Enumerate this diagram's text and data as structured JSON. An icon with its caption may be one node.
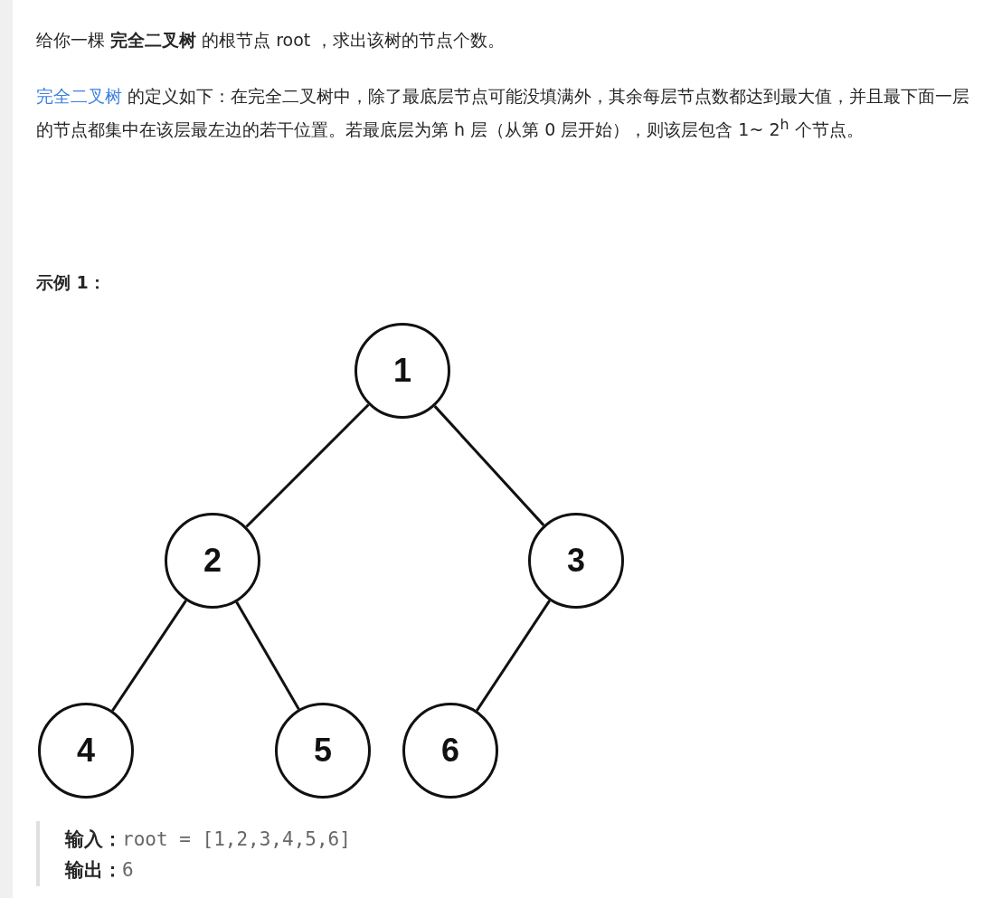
{
  "diagram": {
    "nodes": [
      {
        "text": [
          "1"
        ]
      },
      {
        "text": [
          "2"
        ]
      },
      {
        "text": [
          "3"
        ]
      },
      {
        "text": [
          "4"
        ]
      },
      {
        "text": [
          "5"
        ]
      },
      {
        "text": [
          "6"
        ]
      }
    ],
    "edges": [
      {
        "from": 0,
        "to": 1,
        "arrow": "none"
      },
      {
        "from": 0,
        "to": 2,
        "arrow": "none"
      },
      {
        "from": 1,
        "to": 3,
        "arrow": "none"
      },
      {
        "from": 1,
        "to": 4,
        "arrow": "none"
      },
      {
        "from": 2,
        "to": 5,
        "arrow": "none"
      }
    ],
    "labels": [
      "给你一棵 **完全二叉树** 的根节点 root ，求出该树的节点个数。",
      "完全二叉树",
      "的定义如下：在完全二叉树中，除了最底层节点可能没填满外，其余每层节点数都达到最大值，并且最下面一层的节点都集中在该层最左边的若干位置。若最底层为第 h 层（从第 0 层开始），则该层包含 1~ 2$^{h}$ 个节点。",
      "示例 1：",
      "**输入：**root = [1,2,3,4,5,6]",
      "**输出：**6"
    ]
  }
}
